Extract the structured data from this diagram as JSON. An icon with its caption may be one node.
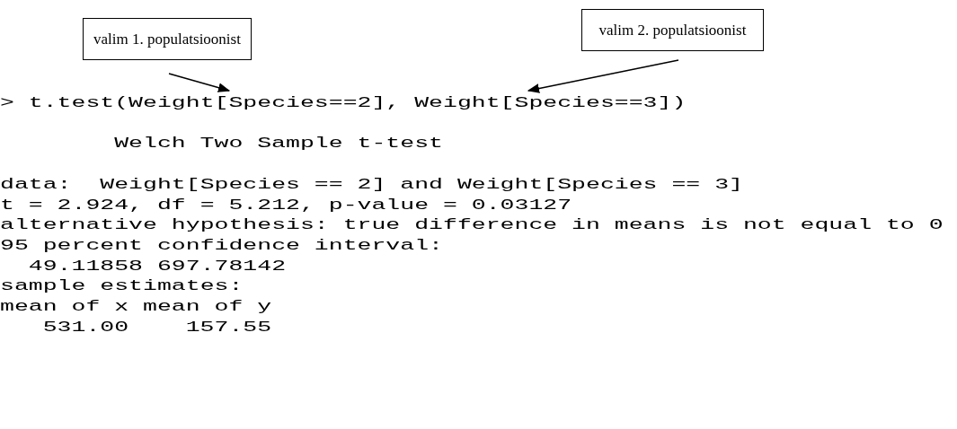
{
  "diagram": {
    "nodes": [
      {
        "text": [
          "valim 1. populatsioonist"
        ]
      },
      {
        "text": [
          "valim 2. populatsioonist"
        ]
      },
      {
        "text": [
          "> t.test(Weight[Species==2], Weight[Species==3])"
        ]
      }
    ],
    "edges": [
      {
        "from": 0,
        "to": 2,
        "arrow": "to"
      },
      {
        "from": 1,
        "to": 2,
        "arrow": "to"
      }
    ],
    "labels": [
      "Welch Two Sample t-test",
      "data:  Weight[Species == 2] and Weight[Species == 3]",
      "t = 2.924, df = 5.212, p-value = 0.03127",
      "alternative hypothesis: true difference in means is not equal to 0",
      "95 percent confidence interval:",
      "49.11858 697.78142",
      "sample estimates:",
      "mean of x mean of y",
      "531.00    157.55"
    ]
  }
}
